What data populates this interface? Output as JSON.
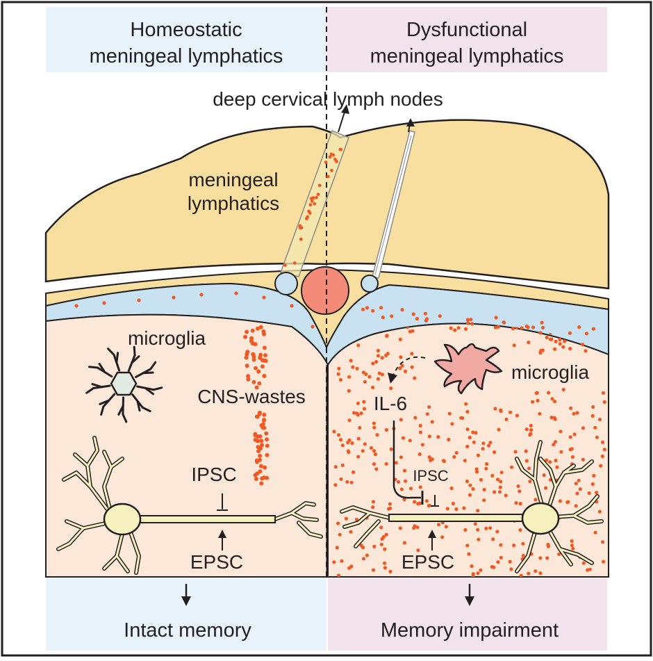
{
  "headers": {
    "left": [
      "Homeostatic",
      "meningeal lymphatics"
    ],
    "right": [
      "Dysfunctional",
      "meningeal lymphatics"
    ]
  },
  "labels": {
    "deep_cervical": "deep cervical lymph nodes",
    "meningeal_lymphatics": [
      "meningeal",
      "lymphatics"
    ],
    "microglia_left": "microglia",
    "microglia_right": "microglia",
    "cns_wastes": "CNS-wastes",
    "il6": "IL-6",
    "ipsc_left": "IPSC",
    "epsc_left": "EPSC",
    "ipsc_right": "IPSC",
    "epsc_right": "EPSC"
  },
  "outcomes": {
    "left": "Intact memory",
    "right": "Memory impairment"
  },
  "colors": {
    "header_left_bg": "#e9f3fb",
    "header_right_bg": "#f3e3ec",
    "meninges": "#f8dfa0",
    "csf": "#c9e2f2",
    "brain": "#fbe8d9",
    "waste_dot": "#ef5a24",
    "microglia_active": "#f3a9a3",
    "vessel": "#f48a78"
  }
}
